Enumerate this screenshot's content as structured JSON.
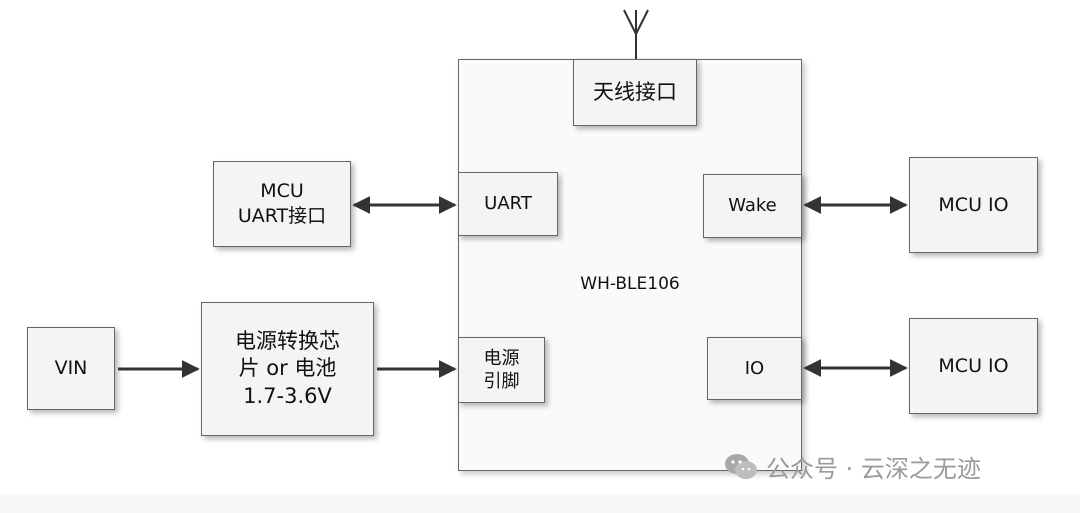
{
  "diagram": {
    "module": {
      "label": "WH-BLE106"
    },
    "antenna_port": {
      "label": "天线接口"
    },
    "uart_port": {
      "label": "UART"
    },
    "wake_port": {
      "label": "Wake"
    },
    "io_port": {
      "label": "IO"
    },
    "power_pin": {
      "label": "电源\n引脚"
    },
    "mcu_uart": {
      "label": "MCU\nUART接口"
    },
    "mcu_io_top": {
      "label": "MCU IO"
    },
    "mcu_io_bottom": {
      "label": "MCU IO"
    },
    "vin": {
      "label": "VIN"
    },
    "power_converter": {
      "label": "电源转换芯\n片 or 电池\n1.7-3.6V"
    }
  },
  "watermark": {
    "text": "公众号 · 云深之无迹",
    "icon": "wechat-icon"
  }
}
